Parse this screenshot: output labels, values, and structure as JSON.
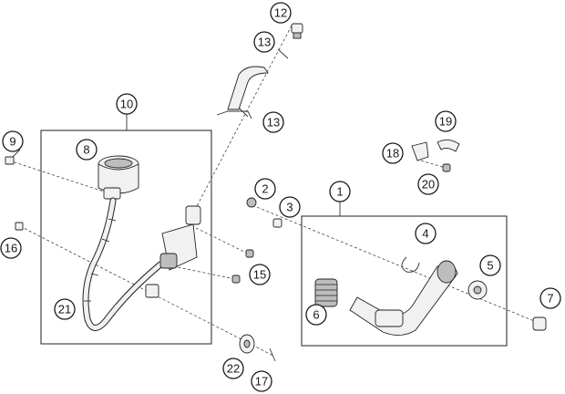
{
  "diagram": {
    "callouts": [
      {
        "id": "1",
        "label": "1"
      },
      {
        "id": "2",
        "label": "2"
      },
      {
        "id": "3",
        "label": "3"
      },
      {
        "id": "4",
        "label": "4"
      },
      {
        "id": "5",
        "label": "5"
      },
      {
        "id": "6",
        "label": "6"
      },
      {
        "id": "7",
        "label": "7"
      },
      {
        "id": "8",
        "label": "8"
      },
      {
        "id": "9",
        "label": "9"
      },
      {
        "id": "10",
        "label": "10"
      },
      {
        "id": "12",
        "label": "12"
      },
      {
        "id": "13a",
        "label": "13"
      },
      {
        "id": "13b",
        "label": "13"
      },
      {
        "id": "15",
        "label": "15"
      },
      {
        "id": "16",
        "label": "16"
      },
      {
        "id": "17",
        "label": "17"
      },
      {
        "id": "18",
        "label": "18"
      },
      {
        "id": "19",
        "label": "19"
      },
      {
        "id": "20",
        "label": "20"
      },
      {
        "id": "21",
        "label": "21"
      },
      {
        "id": "22",
        "label": "22"
      }
    ]
  },
  "colors": {
    "line": "#222222",
    "part_fill": "#f1f1f1",
    "part_shade": "#bdbdbd",
    "background": "#ffffff"
  }
}
